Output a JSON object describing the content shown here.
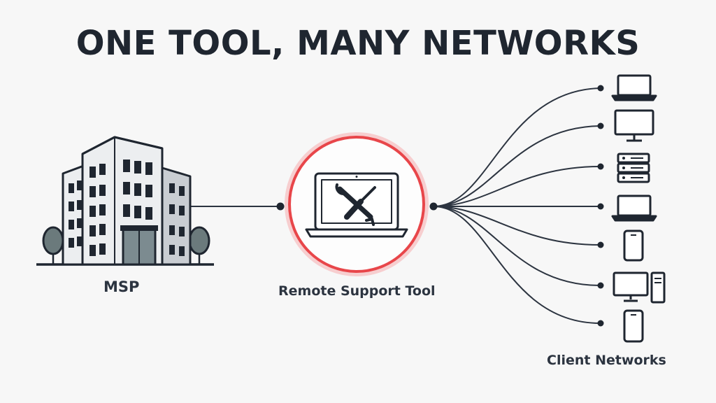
{
  "title": "ONE TOOL, MANY NETWORKS",
  "nodes": {
    "msp": {
      "label": "MSP",
      "icon": "office-building-icon"
    },
    "tool": {
      "label": "Remote Support Tool",
      "icon": "laptop-wrench-screwdriver-icon",
      "accent": "#e8464a"
    },
    "clients": {
      "label": "Client Networks",
      "devices": [
        {
          "icon": "laptop-icon"
        },
        {
          "icon": "monitor-icon"
        },
        {
          "icon": "server-rack-icon"
        },
        {
          "icon": "laptop-icon"
        },
        {
          "icon": "smartphone-icon"
        },
        {
          "icon": "desktop-tower-icon"
        },
        {
          "icon": "smartphone-icon"
        }
      ]
    }
  },
  "colors": {
    "ink": "#1f2630",
    "line": "#2c3440",
    "building_light": "#eceef0",
    "building_shade": "#c9cdd2",
    "tree": "#6b7a7c",
    "accent": "#e8464a",
    "background": "#f7f7f7"
  }
}
